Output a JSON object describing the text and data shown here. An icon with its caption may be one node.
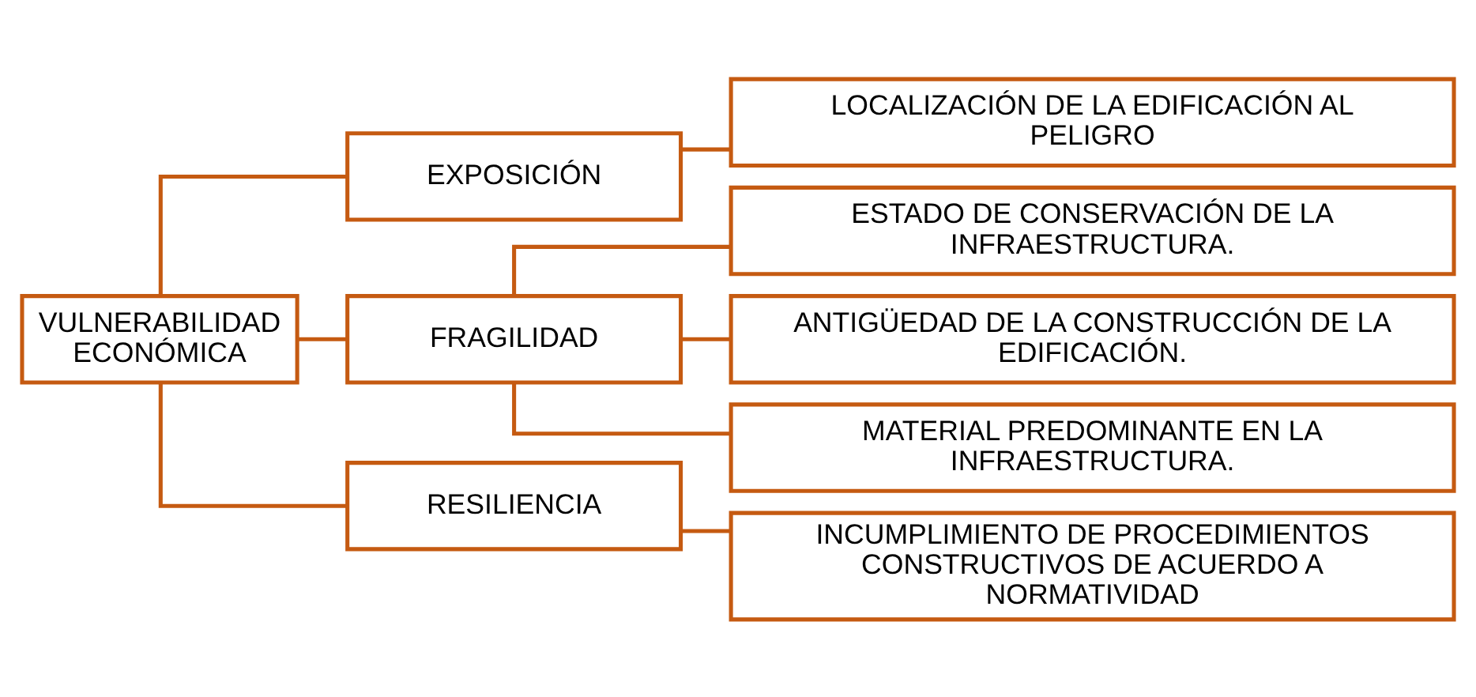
{
  "diagram": {
    "nodes": [
      {
        "text": [
          "VULNERABILIDAD ECONÓMICA"
        ]
      },
      {
        "text": [
          "EXPOSICIÓN"
        ]
      },
      {
        "text": [
          "LOCALIZACIÓN DE LA EDIFICACIÓN AL PELIGRO"
        ]
      },
      {
        "text": [
          "FRAGILIDAD"
        ]
      },
      {
        "text": [
          "ESTADO DE CONSERVACIÓN DE LA INFRAESTRUCTURA."
        ]
      },
      {
        "text": [
          "ANTIGÜEDAD DE LA CONSTRUCCIÓN DE LA EDIFICACIÓN."
        ]
      },
      {
        "text": [
          "MATERIAL PREDOMINANTE EN LA INFRAESTRUCTURA."
        ]
      },
      {
        "text": [
          "RESILIENCIA"
        ]
      },
      {
        "text": [
          "INCUMPLIMIENTO DE PROCEDIMIENTOS CONSTRUCTIVOS DE ACUERDO A NORMATIVIDAD"
        ]
      }
    ],
    "edges": [
      {
        "from": 0,
        "to": 1,
        "arrow": "none"
      },
      {
        "from": 0,
        "to": 3,
        "arrow": "none"
      },
      {
        "from": 0,
        "to": 7,
        "arrow": "none"
      },
      {
        "from": 1,
        "to": 2,
        "arrow": "none"
      },
      {
        "from": 3,
        "to": 4,
        "arrow": "none"
      },
      {
        "from": 3,
        "to": 5,
        "arrow": "none"
      },
      {
        "from": 3,
        "to": 6,
        "arrow": "none"
      },
      {
        "from": 7,
        "to": 8,
        "arrow": "none"
      }
    ]
  }
}
